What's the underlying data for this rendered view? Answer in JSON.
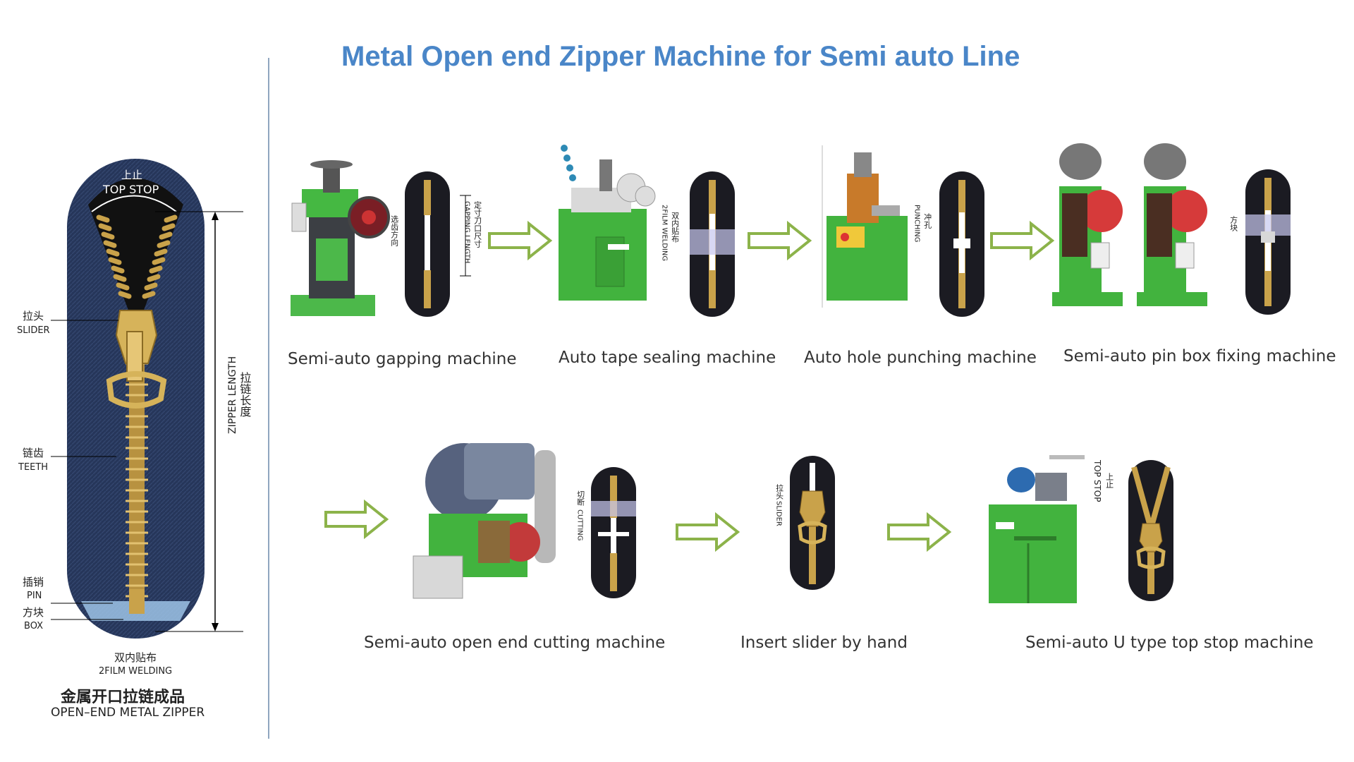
{
  "title": "Metal Open end Zipper Machine for Semi auto Line",
  "colors": {
    "title": "#4a86c8",
    "machine_green": "#3fae3a",
    "arrow_green": "#8cb34a",
    "zipper_tape": "#1b1b22",
    "zipper_teeth": "#c9a24a",
    "diagram_bg": "#243352"
  },
  "zipper_diagram": {
    "top_stop_cn": "上止",
    "top_stop_en": "TOP STOP",
    "slider_cn": "拉头",
    "slider_en": "SLIDER",
    "teeth_cn": "链齿",
    "teeth_en": "TEETH",
    "pin_cn": "插销",
    "pin_en": "PIN",
    "box_cn": "方块",
    "box_en": "BOX",
    "length_en": "ZIPPER LENGTH",
    "length_cn": "拉链长度",
    "welding_cn": "双内贴布",
    "welding_en": "2FILM WELDING",
    "product_cn": "金属开口拉链成品",
    "product_en": "OPEN–END METAL ZIPPER"
  },
  "steps": [
    {
      "caption": "Semi-auto gapping machine",
      "icon": "gapping-machine-icon",
      "labels": [
        "选齿方向",
        "定寸刀口尺寸",
        "GAPPING LENGTH"
      ]
    },
    {
      "caption": "Auto tape sealing machine",
      "icon": "sealing-machine-icon",
      "labels": [
        "双内贴布",
        "2FILM WELDING"
      ]
    },
    {
      "caption": "Auto hole punching machine",
      "icon": "punching-machine-icon",
      "labels": [
        "冲孔",
        "PUNCHING"
      ]
    },
    {
      "caption": "Semi-auto pin box fixing machine",
      "icon": "pin-box-machine-icon",
      "labels": [
        "方块"
      ]
    },
    {
      "caption": "Semi-auto open end cutting machine",
      "icon": "cutting-machine-icon",
      "labels": [
        "切断",
        "CUTTING"
      ]
    },
    {
      "caption": "Insert slider by hand",
      "icon": "slider-zipper-icon",
      "labels": [
        "拉头",
        "SLIDER"
      ]
    },
    {
      "caption": "Semi-auto U type top stop machine",
      "icon": "top-stop-machine-icon",
      "labels": [
        "上止",
        "TOP STOP"
      ]
    }
  ]
}
